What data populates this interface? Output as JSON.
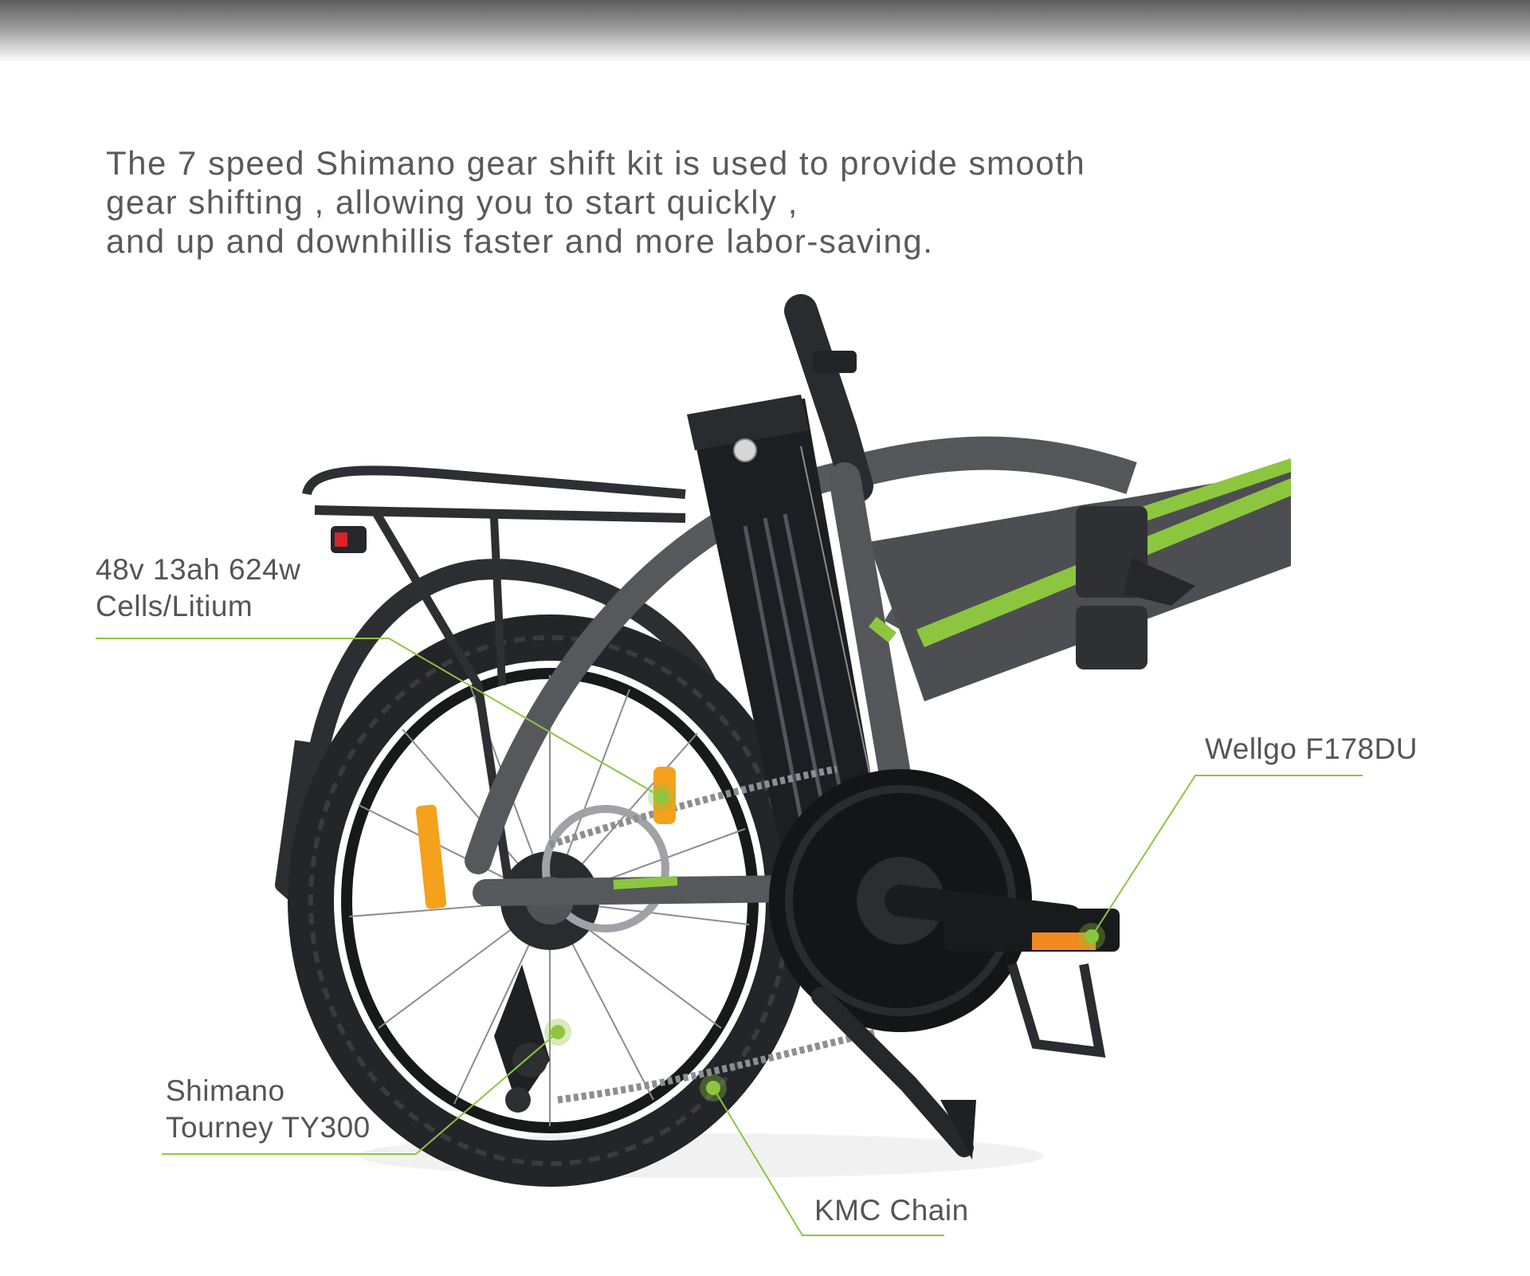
{
  "intro": {
    "lines": [
      "The 7 speed Shimano gear shift kit is used to provide smooth",
      "gear shifting , allowing you to start quickly ,",
      "and up and downhillis faster and more labor-saving."
    ]
  },
  "callouts": {
    "battery": {
      "line1": "48v 13ah 624w",
      "line2": "Cells/Litium"
    },
    "pedal": {
      "line1": "Wellgo F178DU"
    },
    "derailleur": {
      "line1": "Shimano",
      "line2": "Tourney TY300"
    },
    "chain": {
      "line1": "KMC Chain"
    }
  },
  "colors": {
    "accent_green": "#8cc63f",
    "frame_grey": "#55565a",
    "text_grey": "#555555"
  },
  "icons": {
    "product": "folding-ebike-image"
  }
}
